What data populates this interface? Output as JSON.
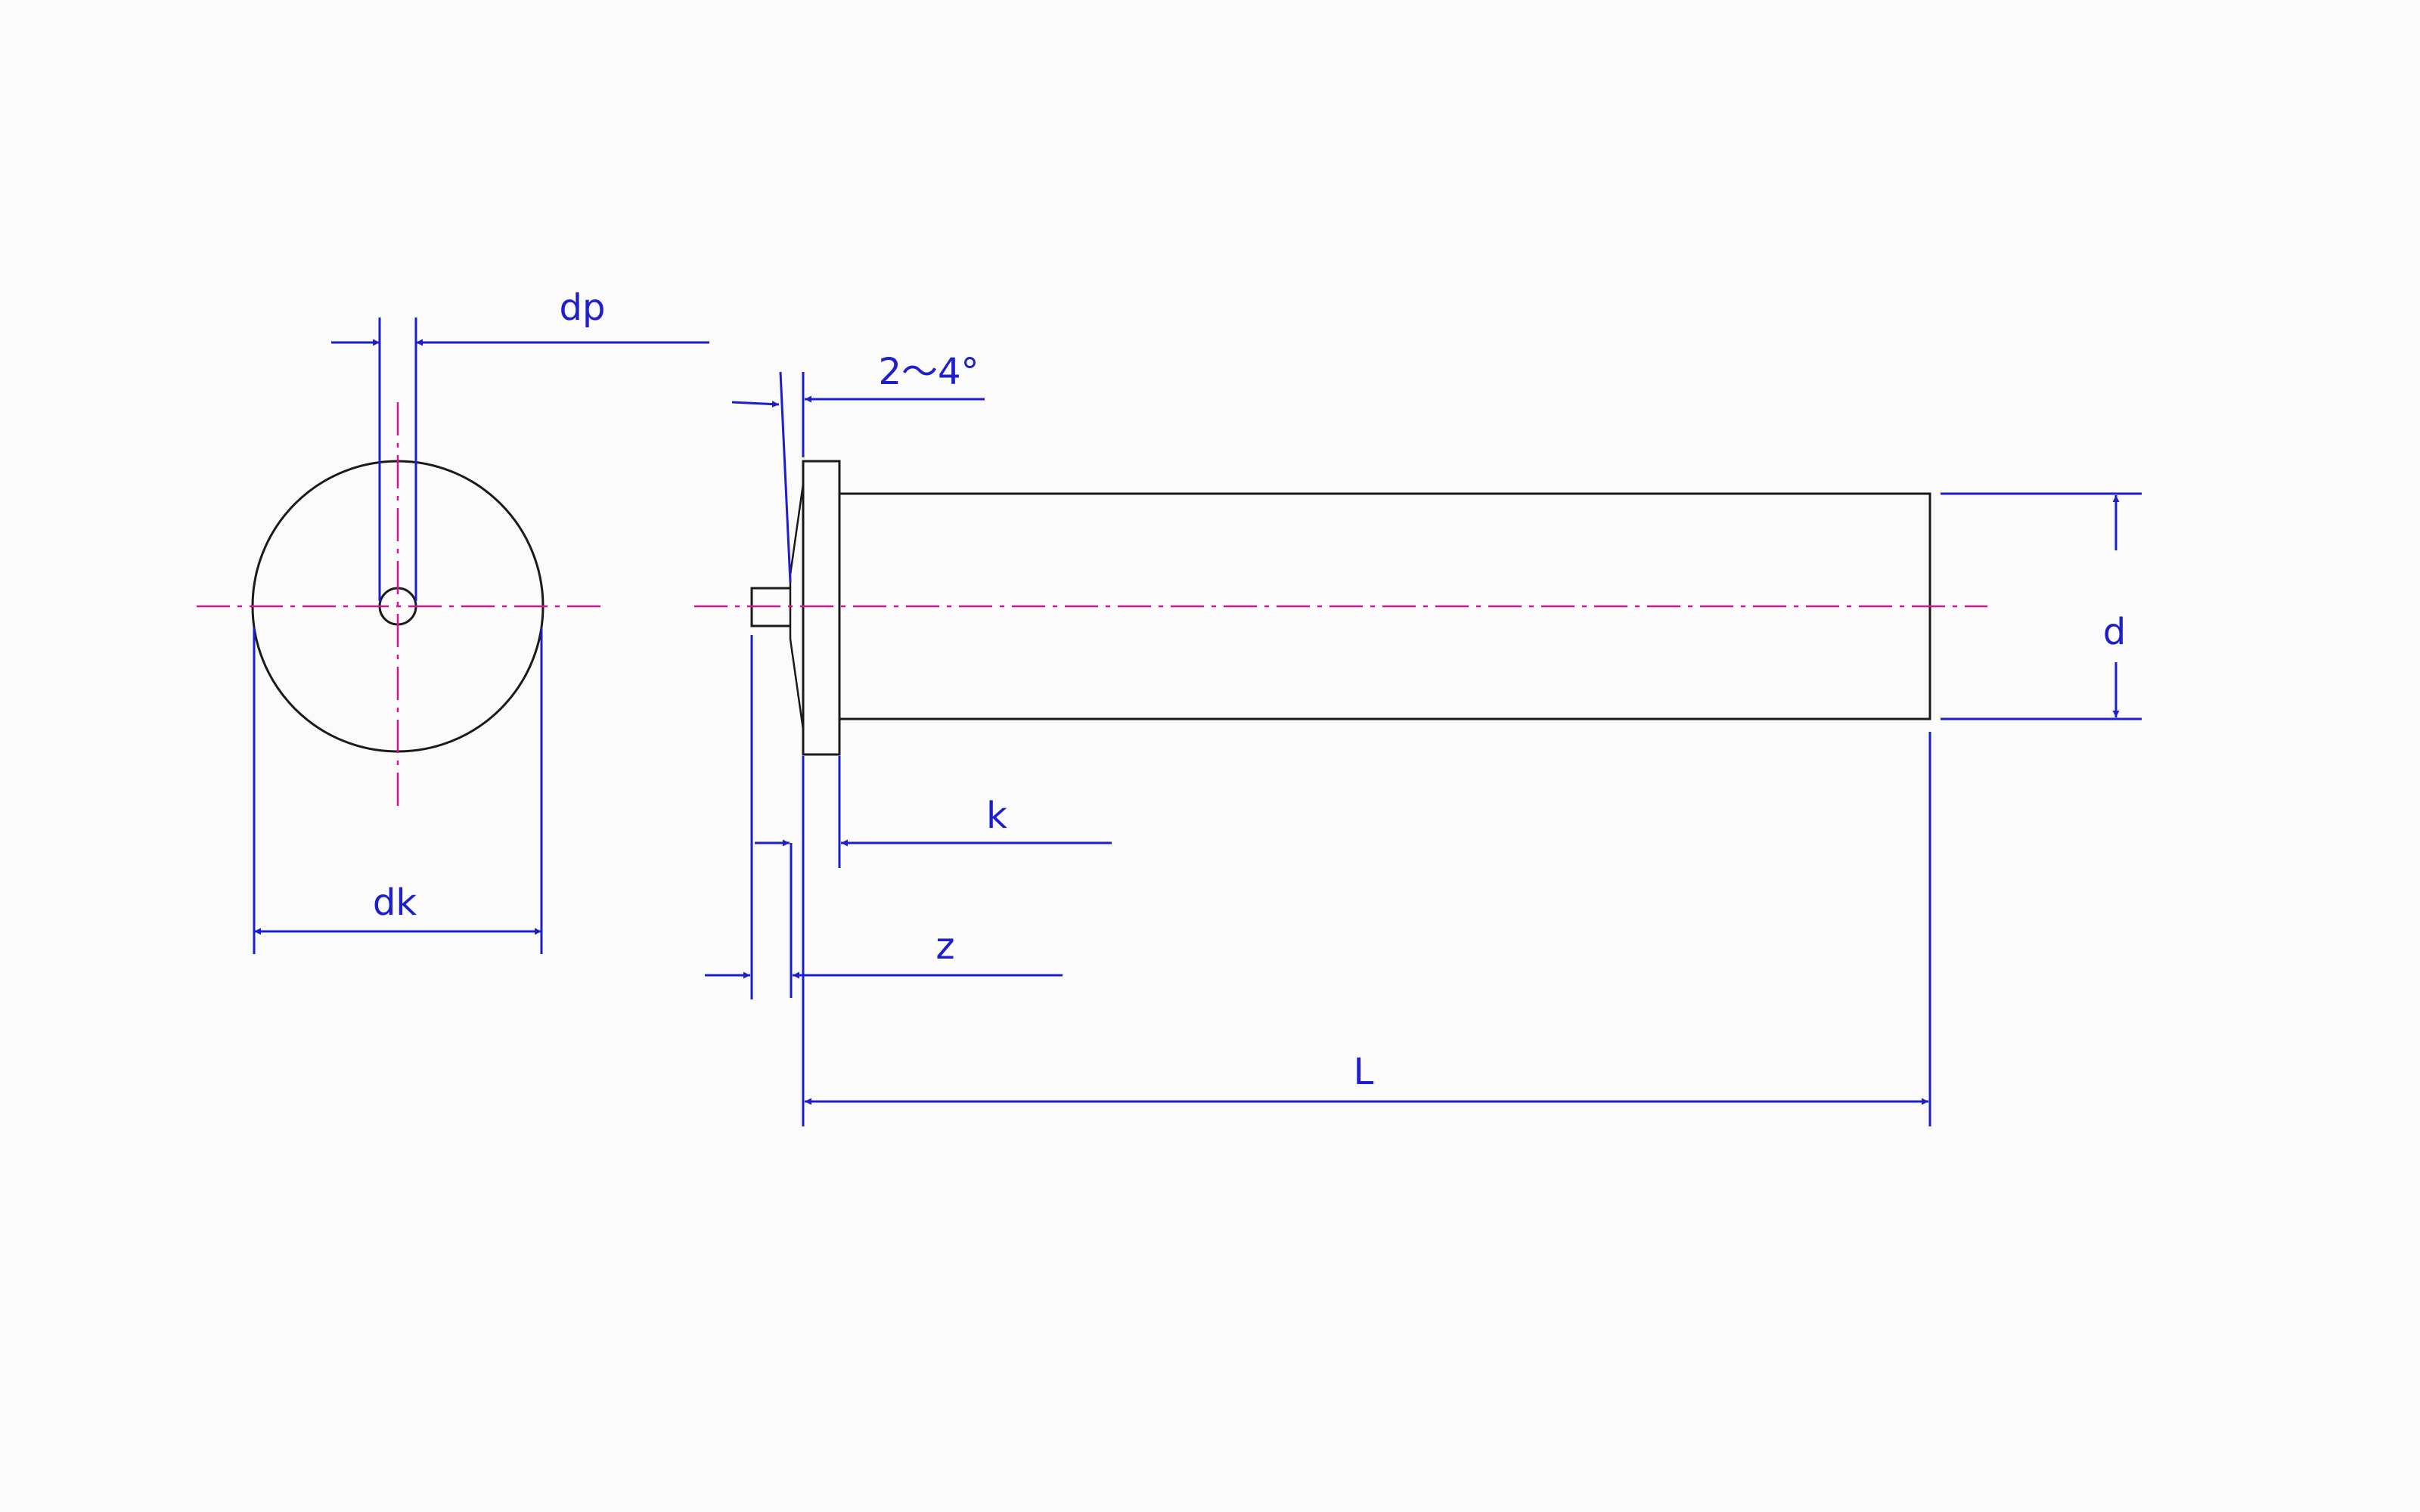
{
  "colors": {
    "background": "#fbfbfb",
    "outline": "#1a1a1a",
    "dimension": "#1e1ecc",
    "centerline": "#d4148c"
  },
  "labels": {
    "dp": "dp",
    "angle": "2～4°",
    "d": "d",
    "k": "k",
    "dk": "dk",
    "z": "z",
    "L": "L"
  }
}
